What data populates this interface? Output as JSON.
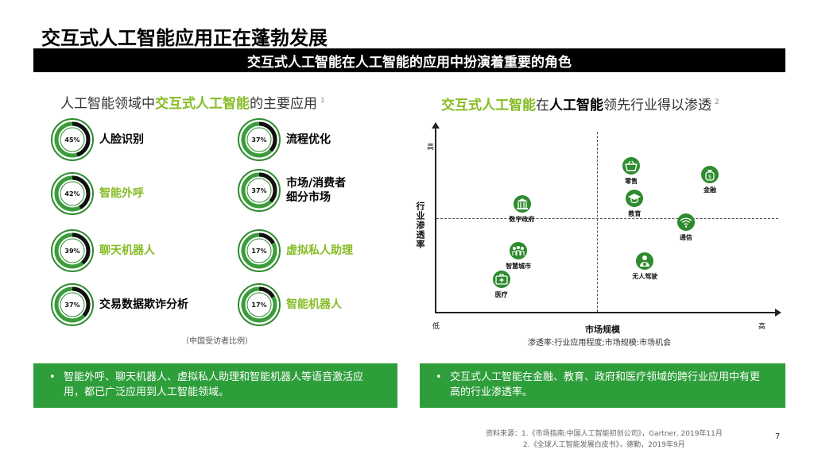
{
  "title": "交互式人工智能应用正在蓬勃发展",
  "banner": "交互式人工智能在人工智能的应用中扮演着重要的角色",
  "left": {
    "heading_pre": "人工智能领域中",
    "heading_hl": "交互式人工智能",
    "heading_post": "的主要应用",
    "footnote": "1",
    "items": [
      {
        "pct": 45,
        "pct_text": "45%",
        "label_line1": "人脸识别",
        "label_line2": "",
        "color": "black"
      },
      {
        "pct": 37,
        "pct_text": "37%",
        "label_line1": "流程优化",
        "label_line2": "",
        "color": "black"
      },
      {
        "pct": 42,
        "pct_text": "42%",
        "label_line1": "智能外呼",
        "label_line2": "",
        "color": "green"
      },
      {
        "pct": 37,
        "pct_text": "37%",
        "label_line1": "市场/消费者",
        "label_line2": "细分市场",
        "color": "black"
      },
      {
        "pct": 39,
        "pct_text": "39%",
        "label_line1": "聊天机器人",
        "label_line2": "",
        "color": "green"
      },
      {
        "pct": 17,
        "pct_text": "17%",
        "label_line1": "虚拟私人助理",
        "label_line2": "",
        "color": "green"
      },
      {
        "pct": 37,
        "pct_text": "37%",
        "label_line1": "交易数据欺诈分析",
        "label_line2": "",
        "color": "black"
      },
      {
        "pct": 17,
        "pct_text": "17%",
        "label_line1": "智能机器人",
        "label_line2": "",
        "color": "green"
      }
    ],
    "note": "（中国受访者比例）",
    "summary": "智能外呼、聊天机器人、虚拟私人助理和智能机器人等语音激活应用，都已广泛应用到人工智能领域。"
  },
  "right": {
    "heading_hl1": "交互式人工智能",
    "heading_mid": "在",
    "heading_hl2": "人工智能",
    "heading_post": "领先行业得以渗透",
    "footnote": "2",
    "summary": "交互式人工智能在金融、教育、政府和医疗领域的跨行业应用中有更高的行业渗透率。"
  },
  "chart_data": {
    "type": "scatter",
    "xlabel": "市场规模",
    "ylabel": "行业渗透率",
    "x_low": "低",
    "x_high": "高",
    "y_high": "高",
    "legend": "渗透率:行业应用程度;市场规模:市场机会",
    "points": [
      {
        "name": "零售",
        "icon": "basket-icon",
        "x": 0.57,
        "y": 0.81
      },
      {
        "name": "金融",
        "icon": "money-bag-icon",
        "x": 0.8,
        "y": 0.76
      },
      {
        "name": "数字政府",
        "icon": "government-building-icon",
        "x": 0.25,
        "y": 0.6
      },
      {
        "name": "教育",
        "icon": "graduation-cap-icon",
        "x": 0.58,
        "y": 0.63
      },
      {
        "name": "通信",
        "icon": "wifi-icon",
        "x": 0.73,
        "y": 0.5
      },
      {
        "name": "智慧城市",
        "icon": "people-group-icon",
        "x": 0.24,
        "y": 0.34
      },
      {
        "name": "无人驾驶",
        "icon": "driver-icon",
        "x": 0.61,
        "y": 0.28
      },
      {
        "name": "医疗",
        "icon": "medical-kit-icon",
        "x": 0.19,
        "y": 0.18
      }
    ],
    "divider_x": 0.47,
    "divider_y": 0.52
  },
  "source": {
    "label": "资料来源：",
    "line1": "1.《市场指南:中国人工智能初创公司》，Gartner, 2019年11月",
    "line2": "2.《全球人工智能发展白皮书》，德勤，2019年9月"
  },
  "page_number": "7",
  "colors": {
    "accent_green": "#86bc25",
    "dark_green": "#2e8b2e",
    "box_green": "#2e9e3a"
  }
}
